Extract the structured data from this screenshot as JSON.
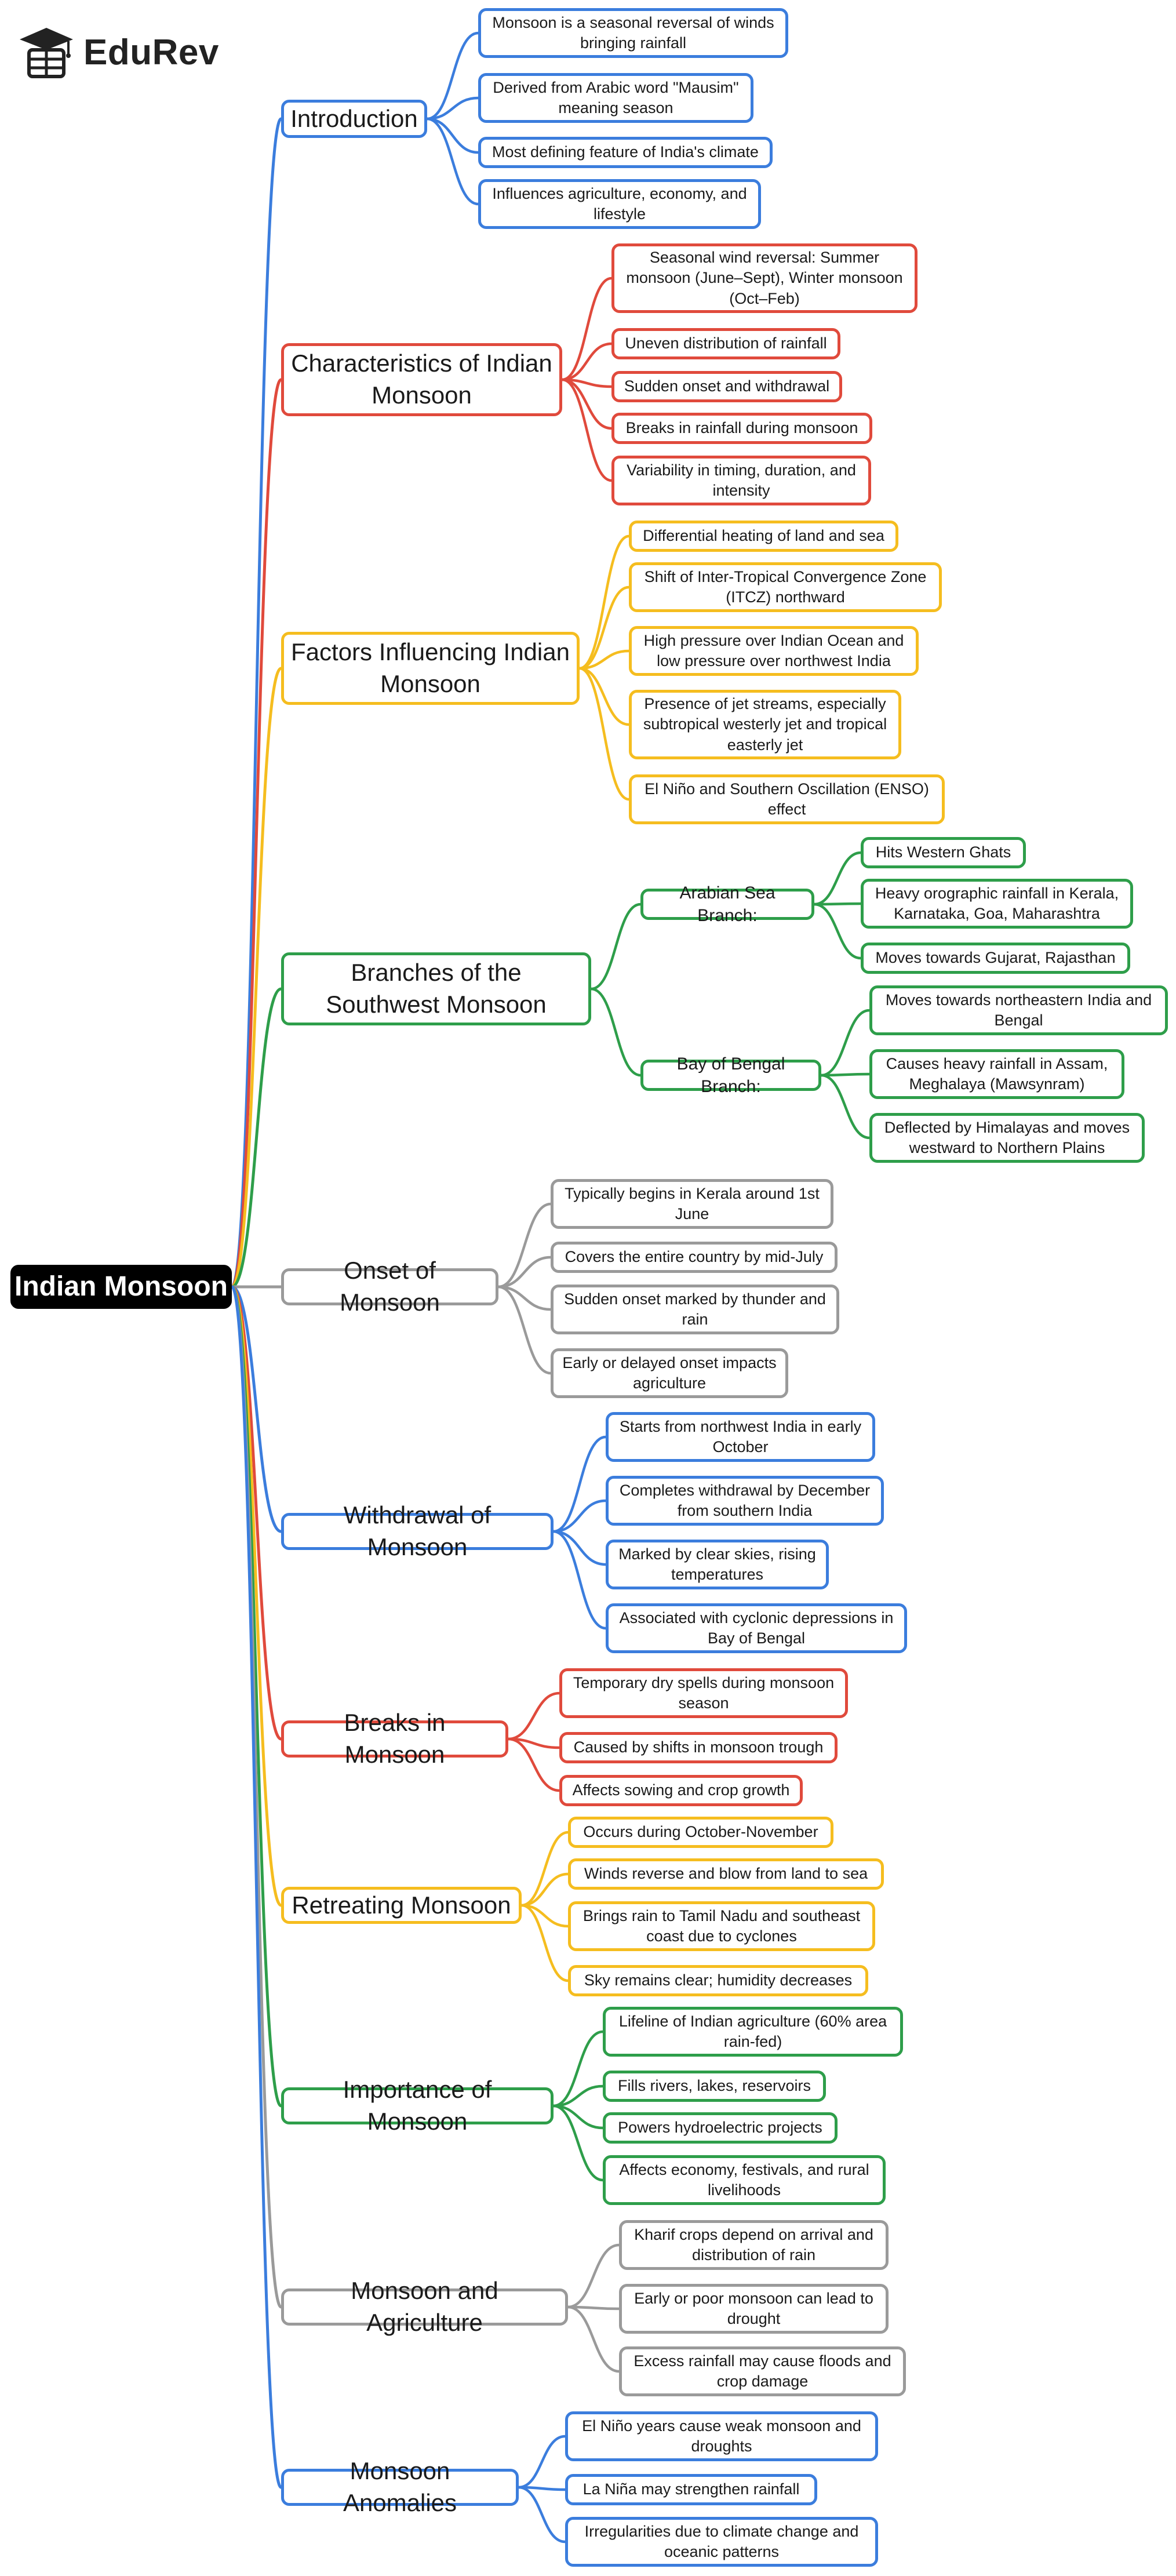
{
  "brand": {
    "name": "EduRev",
    "icon": "graduation-cap-logo-icon"
  },
  "colors": {
    "blue": "#3b7ddd",
    "red": "#e04a3c",
    "yellow": "#f5bd1f",
    "green": "#2e9e4a",
    "gray": "#9a9a9a"
  },
  "root": {
    "label": "Indian Monsoon"
  },
  "categories": [
    {
      "label": "Introduction",
      "color": "blue",
      "children": [
        "Monsoon is a seasonal reversal of winds bringing rainfall",
        "Derived from Arabic word \"Mausim\" meaning season",
        "Most defining feature of India's climate",
        "Influences agriculture, economy, and lifestyle"
      ]
    },
    {
      "label": "Characteristics of Indian Monsoon",
      "color": "red",
      "children": [
        "Seasonal wind reversal: Summer monsoon (June–Sept), Winter monsoon (Oct–Feb)",
        "Uneven distribution of rainfall",
        "Sudden onset and withdrawal",
        "Breaks in rainfall during monsoon",
        "Variability in timing, duration, and intensity"
      ]
    },
    {
      "label": "Factors Influencing Indian Monsoon",
      "color": "yellow",
      "children": [
        "Differential heating of land and sea",
        "Shift of Inter-Tropical Convergence Zone (ITCZ) northward",
        "High pressure over Indian Ocean and low pressure over northwest India",
        "Presence of jet streams, especially subtropical westerly jet and tropical easterly jet",
        "El Niño and Southern Oscillation (ENSO) effect"
      ]
    },
    {
      "label": "Branches of the Southwest Monsoon",
      "color": "green",
      "subs": [
        {
          "label": "Arabian Sea Branch:",
          "children": [
            "Hits Western Ghats",
            "Heavy orographic rainfall in Kerala, Karnataka, Goa, Maharashtra",
            "Moves towards Gujarat, Rajasthan"
          ]
        },
        {
          "label": "Bay of Bengal Branch:",
          "children": [
            "Moves towards northeastern India and Bengal",
            "Causes heavy rainfall in Assam, Meghalaya (Mawsynram)",
            "Deflected by Himalayas and moves westward to Northern Plains"
          ]
        }
      ]
    },
    {
      "label": "Onset of Monsoon",
      "color": "gray",
      "children": [
        "Typically begins in Kerala around 1st June",
        "Covers the entire country by mid-July",
        "Sudden onset marked by thunder and rain",
        "Early or delayed onset impacts agriculture"
      ]
    },
    {
      "label": "Withdrawal of Monsoon",
      "color": "blue",
      "children": [
        "Starts from northwest India in early October",
        "Completes withdrawal by December from southern India",
        "Marked by clear skies, rising temperatures",
        "Associated with cyclonic depressions in Bay of Bengal"
      ]
    },
    {
      "label": "Breaks in Monsoon",
      "color": "red",
      "children": [
        "Temporary dry spells during monsoon season",
        "Caused by shifts in monsoon trough",
        "Affects sowing and crop growth"
      ]
    },
    {
      "label": "Retreating Monsoon",
      "color": "yellow",
      "children": [
        "Occurs during October-November",
        "Winds reverse and blow from land to sea",
        "Brings rain to Tamil Nadu and southeast coast due to cyclones",
        "Sky remains clear; humidity decreases"
      ]
    },
    {
      "label": "Importance of Monsoon",
      "color": "green",
      "children": [
        "Lifeline of Indian agriculture (60% area rain-fed)",
        "Fills rivers, lakes, reservoirs",
        "Powers hydroelectric projects",
        "Affects economy, festivals, and rural livelihoods"
      ]
    },
    {
      "label": "Monsoon and Agriculture",
      "color": "gray",
      "children": [
        "Kharif crops depend on arrival and distribution of rain",
        "Early or poor monsoon can lead to drought",
        "Excess rainfall may cause floods and crop damage"
      ]
    },
    {
      "label": "Monsoon Anomalies",
      "color": "blue",
      "children": [
        "El Niño years cause weak monsoon and droughts",
        "La Niña may strengthen rainfall",
        "Irregularities due to climate change and oceanic patterns"
      ]
    }
  ]
}
